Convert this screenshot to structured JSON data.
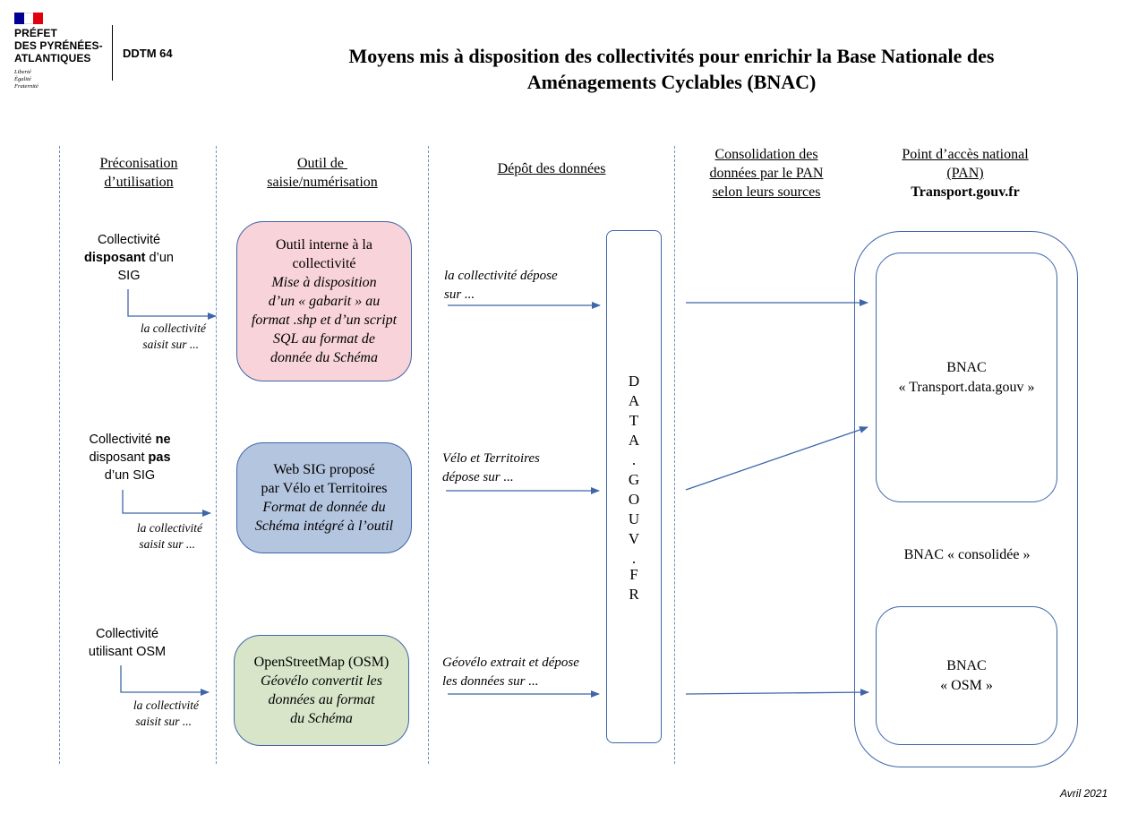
{
  "logo": {
    "lines": [
      "PRÉFET",
      "DES PYRÉNÉES-",
      "ATLANTIQUES"
    ],
    "motto": [
      "Liberté",
      "Égalité",
      "Fraternité"
    ],
    "colors": {
      "blue": "#000091",
      "white": "#ffffff",
      "red": "#e1000f"
    }
  },
  "org": "DDTM 64",
  "title": {
    "line1": "Moyens mis à disposition des collectivités pour enrichir la Base Nationale des",
    "line2": "Aménagements Cyclables (BNAC)"
  },
  "columns": {
    "c1": [
      "Préconisation",
      "d’utilisation"
    ],
    "c2": [
      "Outil de ",
      "saisie/numérisation"
    ],
    "c3": [
      "Dépôt des données"
    ],
    "c4": [
      "Consolidation des",
      "données par le PAN",
      "selon leurs sources"
    ],
    "c5": [
      "Point d’accès national",
      "(PAN)"
    ],
    "c5_bold": "Transport.gouv.fr"
  },
  "rows": [
    {
      "label": {
        "a": "Collectivité",
        "b_bold": "disposant",
        "b_rest": " d’un",
        "c": "SIG"
      },
      "action": [
        "la collectivité",
        "saisit sur ..."
      ],
      "tool": {
        "title": [
          "Outil interne à la",
          "collectivité"
        ],
        "detail": [
          "Mise à disposition",
          "d’un « gabarit » au",
          "format .shp et d’un script",
          "SQL au format de",
          "donnée du Schéma"
        ]
      },
      "deposit": [
        "la collectivité dépose",
        "sur ..."
      ]
    },
    {
      "label": {
        "a_plain": "Collectivité ",
        "a_bold": "ne",
        "b_plain": "disposant ",
        "b_bold": "pas",
        "c": "d’un SIG"
      },
      "action": [
        "la collectivité",
        "saisit sur ..."
      ],
      "tool": {
        "title": [
          "Web SIG proposé",
          "par Vélo et Territoires"
        ],
        "detail": [
          "Format de donnée du",
          "Schéma intégré à l’outil"
        ]
      },
      "deposit": [
        "Vélo et Territoires",
        "dépose sur ..."
      ]
    },
    {
      "label": {
        "a": "Collectivité",
        "b": "utilisant OSM"
      },
      "action": [
        "la collectivité",
        "saisit sur ..."
      ],
      "tool": {
        "title": [
          "OpenStreetMap (OSM)"
        ],
        "detail": [
          "Géovélo convertit les",
          "données au format",
          "du Schéma"
        ]
      },
      "deposit": [
        "Géovélo extrait et dépose",
        "les données sur ..."
      ]
    }
  ],
  "datagouv_letters": [
    "D",
    "A",
    "T",
    "A",
    ".",
    "G",
    "O",
    "U",
    "V",
    ".",
    "F",
    "R"
  ],
  "bnac_top": [
    "BNAC",
    "« Transport.data.gouv »"
  ],
  "bnac_consolidated": "BNAC « consolidée »",
  "bnac_osm": [
    "BNAC",
    "« OSM »"
  ],
  "date": "Avril 2021",
  "colors": {
    "box_pink": "#f8d3d9",
    "box_blue": "#b4c5df",
    "box_green": "#d8e5c9",
    "border_blue": "#3f66a8",
    "arrow": "#3f66a8"
  }
}
